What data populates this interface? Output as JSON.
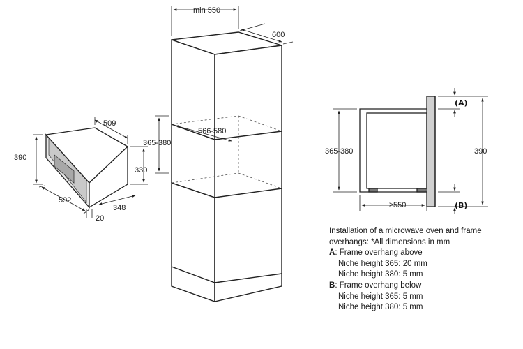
{
  "left_unit": {
    "width": "592",
    "depth": "348",
    "top_depth": "509",
    "height": "390",
    "body_height": "330",
    "frame_offset": "20"
  },
  "cabinet": {
    "min_width": "min 550",
    "depth": "600",
    "niche_height": "365-380",
    "niche_width": "566-580"
  },
  "side_view": {
    "niche_height": "365-380",
    "total_height": "390",
    "min_depth": "≥550",
    "label_a": "(A)",
    "label_b": "(B)"
  },
  "notes": {
    "intro_line1": "Installation of a microwave oven and frame",
    "intro_line2": "overhangs: *All dimensions in mm",
    "a_key": "A",
    "a_title": ": Frame overhang above",
    "a_365": "Niche height 365: 20 mm",
    "a_380": "Niche height 380: 5 mm",
    "b_key": "B",
    "b_title": ": Frame overhang below",
    "b_365": "Niche height 365: 5 mm",
    "b_380": "Niche height 380: 5 mm"
  }
}
